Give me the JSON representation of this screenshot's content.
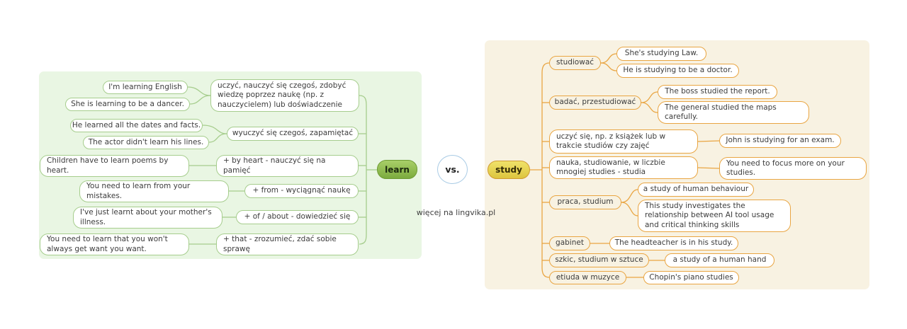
{
  "center": {
    "vs": "vs.",
    "watermark": "więcej na lingvika.pl"
  },
  "learn": {
    "root": "learn",
    "branches": [
      {
        "definition": "uczyć, nauczyć się czegoś, zdobyć wiedzę poprzez naukę (np. z nauczycielem) lub doświadczenie",
        "examples": [
          "I'm learning English",
          "She is learning to be a dancer."
        ]
      },
      {
        "definition": "wyuczyć się czegoś, zapamiętać",
        "examples": [
          "He learned all the dates and facts.",
          "The actor didn't learn his lines."
        ]
      },
      {
        "definition": "+ by heart - nauczyć się na pamięć",
        "examples": [
          "Children have to learn poems by heart."
        ]
      },
      {
        "definition": "+ from - wyciągnąć naukę",
        "examples": [
          "You need to learn from your mistakes."
        ]
      },
      {
        "definition": "+ of / about - dowiedzieć się",
        "examples": [
          "I've just learnt about your mother's illness."
        ]
      },
      {
        "definition": "+ that - zrozumieć, zdać sobie sprawę",
        "examples": [
          "You need to learn that you won't always get want you want."
        ]
      }
    ]
  },
  "study": {
    "root": "study",
    "branches": [
      {
        "label": "studiować",
        "examples": [
          "She's studying Law.",
          "He is studying to be a doctor."
        ]
      },
      {
        "label": "badać, przestudiować",
        "examples": [
          "The boss studied the report.",
          "The general studied the maps carefully."
        ]
      },
      {
        "label": "uczyć się, np. z książek lub w trakcie studiów czy zajęć",
        "examples": [
          "John is studying for an exam."
        ]
      },
      {
        "label": "nauka, studiowanie, w liczbie mnogiej studies - studia",
        "examples": [
          "You need to focus more on your studies."
        ]
      },
      {
        "label": "praca, studium",
        "examples": [
          "a study of human behaviour",
          "This study investigates the relationship between AI tool usage and critical thinking skills"
        ]
      },
      {
        "label": "gabinet",
        "examples": [
          "The headteacher is in his study."
        ]
      },
      {
        "label": "szkic, studium w sztuce",
        "examples": [
          "a study of a human hand"
        ]
      },
      {
        "label": "etiuda w muzyce",
        "examples": [
          "Chopin's piano studies"
        ]
      }
    ]
  },
  "colors": {
    "learn_node_green": "#7cab3e",
    "study_node_yellow": "#ddc53e",
    "green_line": "#a6cd8d",
    "orange_line": "#e9a542",
    "left_panel_bg": "#e9f6e3",
    "right_panel_bg": "#f8f2e2",
    "vs_circle_border": "#a9cbe5"
  }
}
